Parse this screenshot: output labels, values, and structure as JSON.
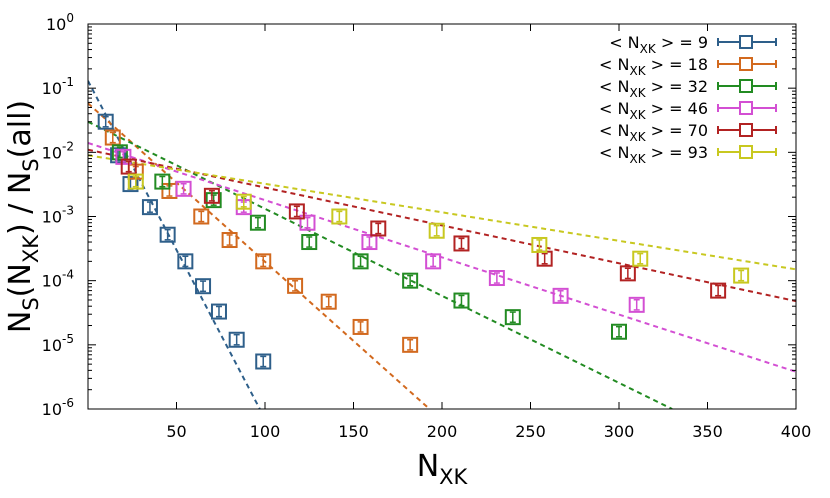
{
  "chart_data": {
    "type": "scatter",
    "title": "",
    "xlabel": {
      "main": "N",
      "sub": "XK"
    },
    "ylabel": {
      "parts": [
        {
          "t": "N",
          "s": "n"
        },
        {
          "t": "S",
          "s": "sub"
        },
        {
          "t": "(N",
          "s": "n"
        },
        {
          "t": "XK",
          "s": "sub"
        },
        {
          "t": ") / N",
          "s": "n"
        },
        {
          "t": "S",
          "s": "sub"
        },
        {
          "t": "(all)",
          "s": "n"
        }
      ]
    },
    "xlim": [
      0,
      400
    ],
    "ylim": [
      1e-06,
      1
    ],
    "yscale": "log",
    "x_ticks": [
      50,
      100,
      150,
      200,
      250,
      300,
      350,
      400
    ],
    "y_ticks": [
      {
        "value": 1e-06,
        "base": "10",
        "exp": "-6"
      },
      {
        "value": 1e-05,
        "base": "10",
        "exp": "-5"
      },
      {
        "value": 0.0001,
        "base": "10",
        "exp": "-4"
      },
      {
        "value": 0.001,
        "base": "10",
        "exp": "-3"
      },
      {
        "value": 0.01,
        "base": "10",
        "exp": "-2"
      },
      {
        "value": 0.1,
        "base": "10",
        "exp": "-1"
      },
      {
        "value": 1,
        "base": "10",
        "exp": "0"
      }
    ],
    "legend_position": "top-right",
    "series": [
      {
        "name": "< N_XK > = 9",
        "label_pre": "< N",
        "label_sub": "XK",
        "label_post": " > = 9",
        "color": "#2e5f8a",
        "points": [
          [
            10,
            0.03
          ],
          [
            17,
            0.009
          ],
          [
            24,
            0.0032
          ],
          [
            35,
            0.0014
          ],
          [
            45,
            0.00052
          ],
          [
            55,
            0.0002
          ],
          [
            65,
            8.2e-05
          ],
          [
            74,
            3.3e-05
          ],
          [
            84,
            1.2e-05
          ],
          [
            99,
            5.5e-06
          ]
        ],
        "fit": {
          "x0": 0,
          "y0": 0.13,
          "x1": 100,
          "y1": 7e-07
        }
      },
      {
        "name": "< N_XK > = 18",
        "label_pre": "< N",
        "label_sub": "XK",
        "label_post": " > = 18",
        "color": "#d2691e",
        "points": [
          [
            14,
            0.017
          ],
          [
            27,
            0.005
          ],
          [
            46,
            0.0025
          ],
          [
            64,
            0.001
          ],
          [
            80,
            0.00043
          ],
          [
            99,
            0.0002
          ],
          [
            117,
            8.3e-05
          ],
          [
            136,
            4.7e-05
          ],
          [
            154,
            1.9e-05
          ],
          [
            182,
            1e-05
          ]
        ],
        "fit": {
          "x0": 0,
          "y0": 0.058,
          "x1": 200,
          "y1": 6.7e-07
        }
      },
      {
        "name": "< N_XK > = 32",
        "label_pre": "< N",
        "label_sub": "XK",
        "label_post": " > = 32",
        "color": "#228b22",
        "points": [
          [
            18,
            0.01
          ],
          [
            42,
            0.0035
          ],
          [
            71,
            0.0018
          ],
          [
            96,
            0.0008
          ],
          [
            125,
            0.0004
          ],
          [
            154,
            0.0002
          ],
          [
            182,
            0.0001
          ],
          [
            211,
            4.9e-05
          ],
          [
            240,
            2.7e-05
          ],
          [
            300,
            1.6e-05
          ]
        ],
        "fit": {
          "x0": 0,
          "y0": 0.03,
          "x1": 330,
          "y1": 1e-06
        }
      },
      {
        "name": "< N_XK > = 46",
        "label_pre": "< N",
        "label_sub": "XK",
        "label_post": " > = 46",
        "color": "#d34fd3",
        "points": [
          [
            20,
            0.0085
          ],
          [
            54,
            0.0027
          ],
          [
            88,
            0.0014
          ],
          [
            124,
            0.0008
          ],
          [
            159,
            0.0004
          ],
          [
            195,
            0.0002
          ],
          [
            231,
            0.00011
          ],
          [
            267,
            5.8e-05
          ],
          [
            310,
            4.2e-05
          ]
        ],
        "fit": {
          "x0": 0,
          "y0": 0.014,
          "x1": 400,
          "y1": 3.8e-06
        }
      },
      {
        "name": "< N_XK > = 70",
        "label_pre": "< N",
        "label_sub": "XK",
        "label_post": " > = 70",
        "color": "#b22222",
        "points": [
          [
            23,
            0.006
          ],
          [
            70,
            0.0021
          ],
          [
            118,
            0.0012
          ],
          [
            164,
            0.00065
          ],
          [
            211,
            0.00038
          ],
          [
            258,
            0.00022
          ],
          [
            305,
            0.00013
          ],
          [
            356,
            7e-05
          ]
        ],
        "fit": {
          "x0": 0,
          "y0": 0.011,
          "x1": 400,
          "y1": 4.8e-05
        }
      },
      {
        "name": "< N_XK > = 93",
        "label_pre": "< N",
        "label_sub": "XK",
        "label_post": " > = 93",
        "color": "#c8c820",
        "points": [
          [
            27,
            0.0035
          ],
          [
            88,
            0.0017
          ],
          [
            142,
            0.001
          ],
          [
            197,
            0.0006
          ],
          [
            255,
            0.00036
          ],
          [
            312,
            0.00022
          ],
          [
            369,
            0.00012
          ]
        ],
        "fit": {
          "x0": 0,
          "y0": 0.009,
          "x1": 400,
          "y1": 0.00015
        }
      }
    ]
  }
}
